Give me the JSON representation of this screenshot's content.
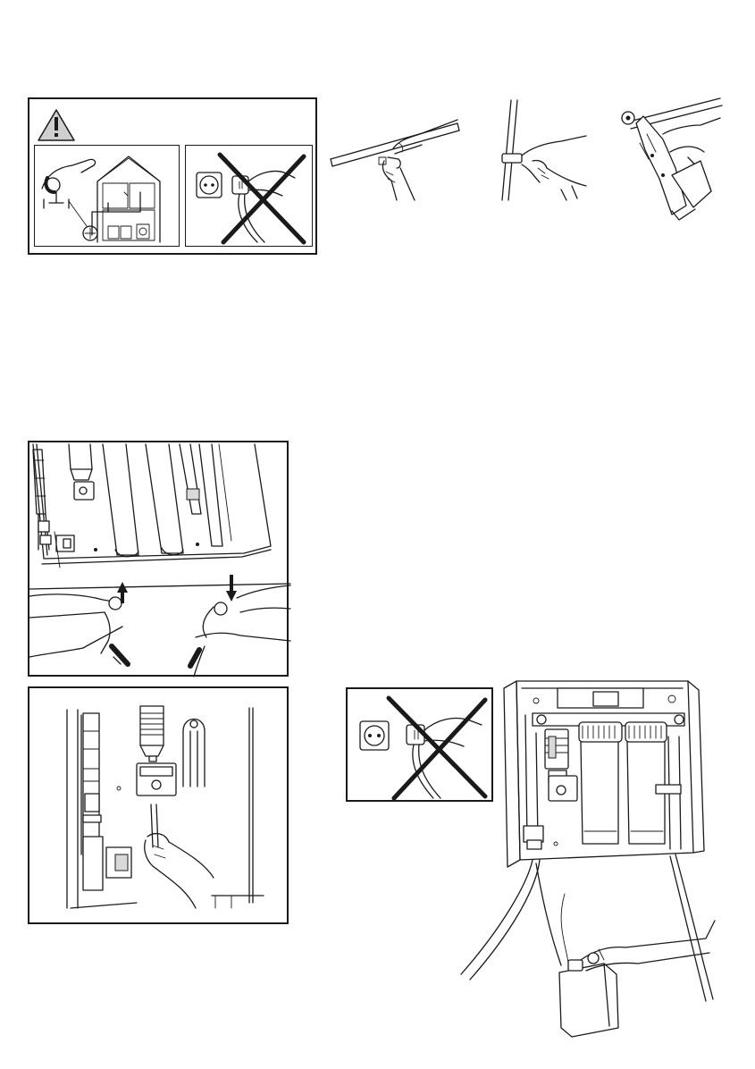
{
  "page": {
    "background": "#ffffff",
    "line_color": "#1a1a1a"
  },
  "warning_panel": {
    "icon": "warning-triangle-icon",
    "left_scene": "water-shutoff-valve-house",
    "right_scene": "unplug-power-socket-crossed"
  },
  "pipe_steps": {
    "icons": [
      "measure-pipe-icon",
      "mark-pipe-icon",
      "pipe-cutter-icon"
    ]
  },
  "unit_panel": {
    "scene": "filter-unit-disconnect-tubes",
    "arrows": [
      "arrow-up-icon",
      "arrow-down-icon"
    ]
  },
  "detail_panel": {
    "scene": "insert-tube-into-fitting"
  },
  "unplug_panel": {
    "icon": "unplug-power-socket-crossed"
  },
  "drain_scene": {
    "scene": "drain-unit-into-canister"
  }
}
